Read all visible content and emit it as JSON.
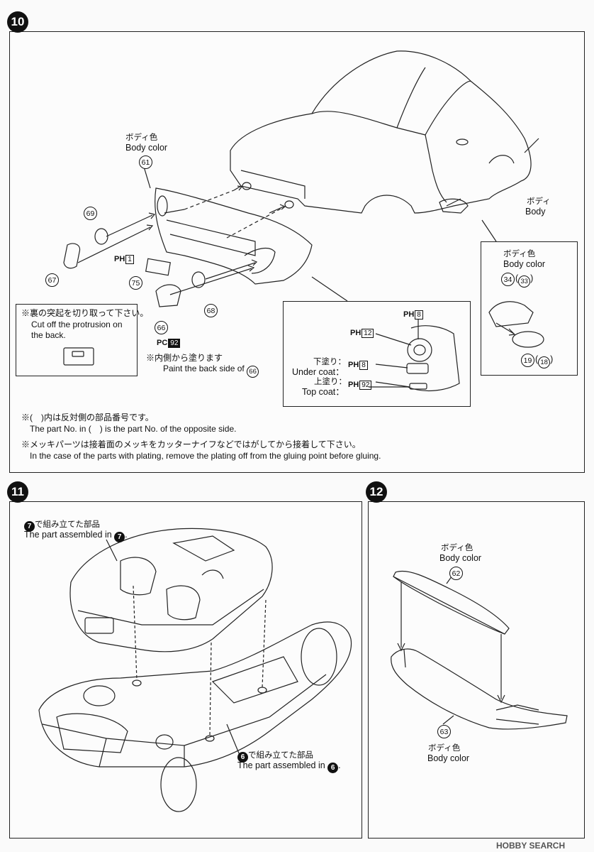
{
  "steps": {
    "s10": {
      "number": "10",
      "body_color_jp": "ボディ色",
      "body_color_en": "Body color",
      "body_jp": "ボディ",
      "body_en": "Body",
      "parts": {
        "p61": "61",
        "p69": "69",
        "p67": "67",
        "p75": "75",
        "p68": "68",
        "p66": "66",
        "p34": "34",
        "p33": "33",
        "p19": "19",
        "p18": "18"
      },
      "paint_1": {
        "prefix": "PH",
        "code": "1"
      },
      "paint_92": {
        "prefix": "PC",
        "code": "92"
      },
      "paint_8a": {
        "prefix": "PH",
        "code": "8"
      },
      "paint_12": {
        "prefix": "PH",
        "code": "12"
      },
      "paint_8b": {
        "prefix": "PH",
        "code": "8"
      },
      "paint_92b": {
        "prefix": "PH",
        "code": "92"
      },
      "cut_jp": "※裏の突起を切り取って下さい。",
      "cut_en1": "Cut off the protrusion on",
      "cut_en2": "the back.",
      "back_jp": "※内側から塗ります",
      "back_en": "Paint the back side of",
      "under_jp": "下塗り：",
      "under_en": "Under coat：",
      "top_jp": "上塗り：",
      "top_en": "Top coat：",
      "note1_jp": "※(　)内は反対側の部品番号です。",
      "note1_en": "The part No. in (　) is the part No. of the opposite side.",
      "note2_jp": "※メッキパーツは接着面のメッキをカッターナイフなどではがしてから接着して下さい。",
      "note2_en": "In the case of the parts with plating, remove the plating off from the gluing point before gluing."
    },
    "s11": {
      "number": "11",
      "asm7_jp": "で組み立てた部品",
      "asm7_en": "The part assembled in",
      "asm7_num": "7",
      "asm6_jp": "で組み立てた部品",
      "asm6_en": "The part assembled in",
      "asm6_num": "6"
    },
    "s12": {
      "number": "12",
      "body_color_jp": "ボディ色",
      "body_color_en": "Body color",
      "p62": "62",
      "p63": "63"
    }
  },
  "watermark": "HOBBY SEARCH"
}
